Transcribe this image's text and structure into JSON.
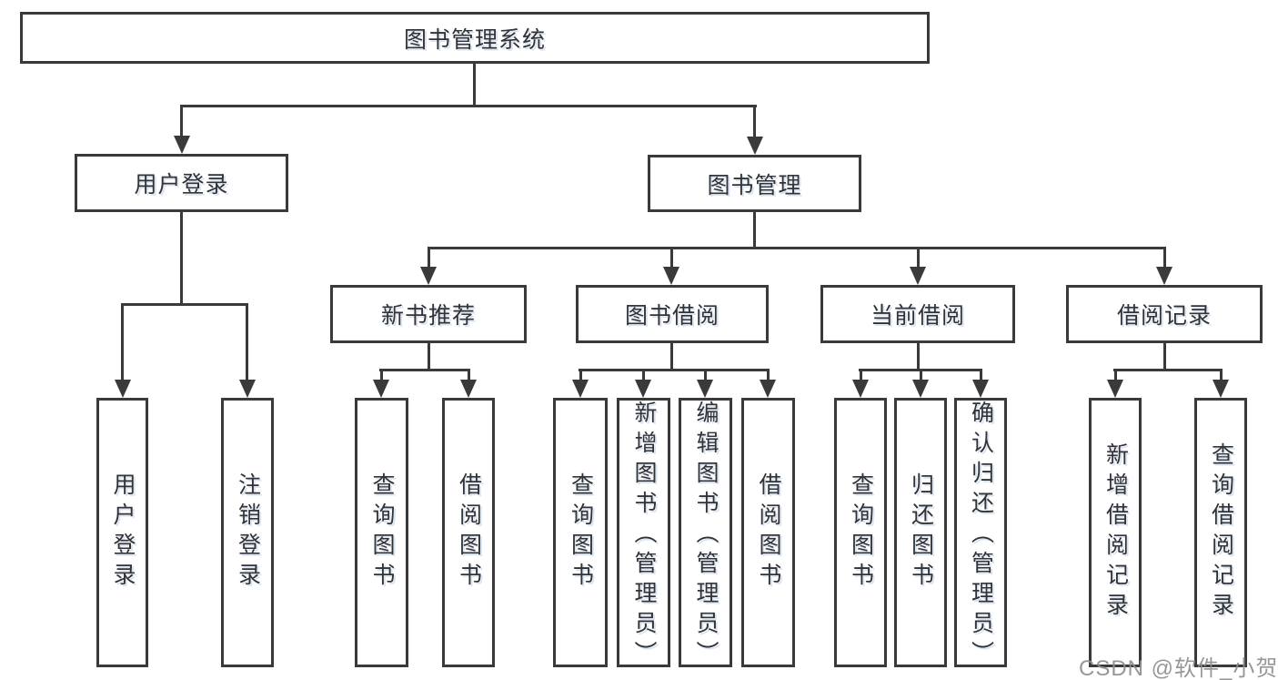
{
  "diagram": {
    "root": {
      "label": "图书管理系统"
    },
    "level2": {
      "user_login": {
        "label": "用户登录"
      },
      "book_management": {
        "label": "图书管理"
      }
    },
    "level3": {
      "new_book": {
        "label": "新书推荐"
      },
      "book_borrow": {
        "label": "图书借阅"
      },
      "current_borrow": {
        "label": "当前借阅"
      },
      "borrow_records": {
        "label": "借阅记录"
      }
    },
    "leaves": {
      "user_login": [
        "用户登录",
        "注销登录"
      ],
      "new_book": [
        "查询图书",
        "借阅图书"
      ],
      "book_borrow": [
        "查询图书",
        "新增图书（管理员）",
        "编辑图书（管理员）",
        "借阅图书"
      ],
      "current_borrow": [
        "查询图书",
        "归还图书",
        "确认归还（管理员）"
      ],
      "borrow_records": [
        "新增借阅记录",
        "查询借阅记录"
      ]
    }
  },
  "watermark": {
    "text": "CSDN @软件_小贺同学"
  },
  "colors": {
    "line": "#3a3a3a",
    "text": "#333333",
    "watermark": "#8e8e8e",
    "background": "#ffffff"
  }
}
